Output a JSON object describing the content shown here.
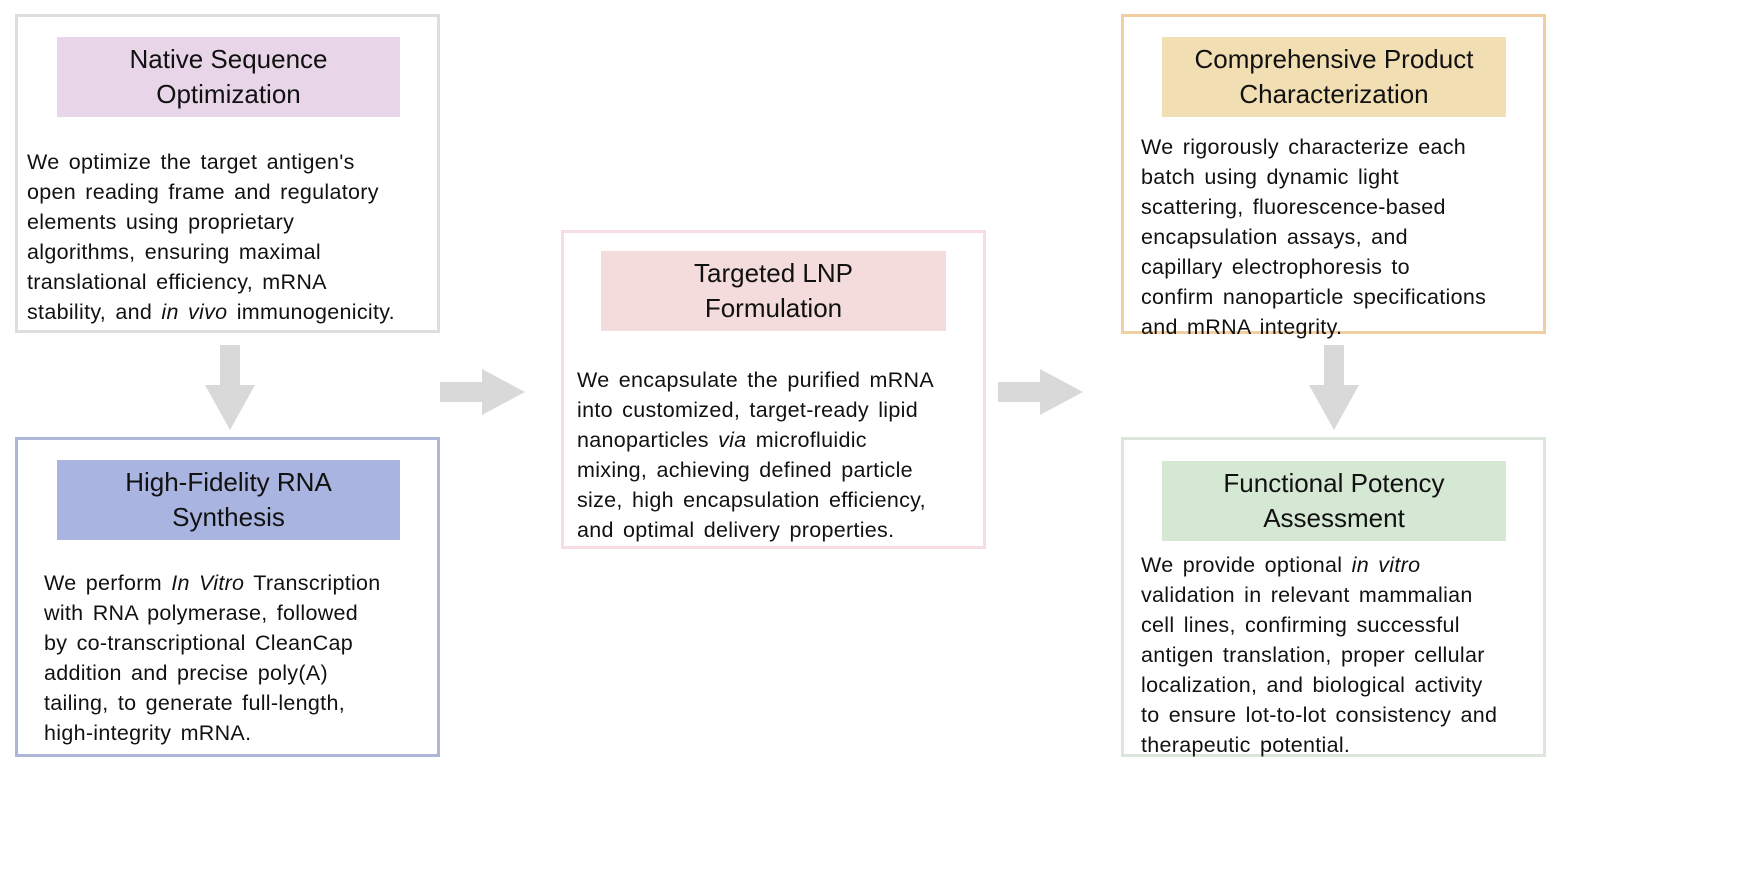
{
  "colors": {
    "arrow": "#d9d9d9",
    "step1": {
      "border": "#dedede",
      "header": "#e8d6e8"
    },
    "step2": {
      "border": "#aeb5d6",
      "header": "#a9b4e0"
    },
    "step3": {
      "border": "#f7dde1",
      "header": "#f4dbdc"
    },
    "step4": {
      "border": "#f2cfa3",
      "header": "#f1deb3"
    },
    "step5": {
      "border": "#dde6dd",
      "header": "#d5e8d4"
    }
  },
  "steps": [
    {
      "id": "native-sequence-optimization",
      "title": [
        "Native Sequence",
        "Optimization"
      ],
      "body": [
        "We optimize the target antigen's",
        "open reading frame and regulatory",
        "elements using proprietary",
        "algorithms, ensuring maximal",
        "translational efficiency, mRNA",
        "stability, and |in vivo| immunogenicity."
      ]
    },
    {
      "id": "high-fidelity-rna-synthesis",
      "title": [
        "High-Fidelity RNA",
        "Synthesis"
      ],
      "body": [
        "We perform |In Vitro| Transcription",
        "with RNA polymerase, followed",
        "by co-transcriptional CleanCap",
        "addition and precise poly(A)",
        "tailing, to generate full-length,",
        "high-integrity mRNA."
      ]
    },
    {
      "id": "targeted-lnp-formulation",
      "title": [
        "Targeted LNP",
        "Formulation"
      ],
      "body": [
        "We encapsulate the purified mRNA",
        "into customized, target-ready lipid",
        "nanoparticles |via| microfluidic",
        "mixing, achieving defined particle",
        "size, high encapsulation efficiency,",
        "and optimal delivery properties."
      ]
    },
    {
      "id": "comprehensive-product-characterization",
      "title": [
        "Comprehensive Product",
        "Characterization"
      ],
      "body": [
        "We rigorously characterize each",
        "batch using dynamic light",
        "scattering, fluorescence-based",
        "encapsulation assays, and",
        "capillary electrophoresis to",
        "confirm nanoparticle specifications",
        "and mRNA integrity."
      ]
    },
    {
      "id": "functional-potency-assessment",
      "title": [
        "Functional Potency",
        "Assessment"
      ],
      "body": [
        "We provide optional |in vitro|",
        "validation in relevant mammalian",
        "cell lines, confirming successful",
        "antigen translation, proper cellular",
        "localization, and biological activity",
        "to ensure lot-to-lot consistency and",
        "therapeutic potential."
      ]
    }
  ]
}
